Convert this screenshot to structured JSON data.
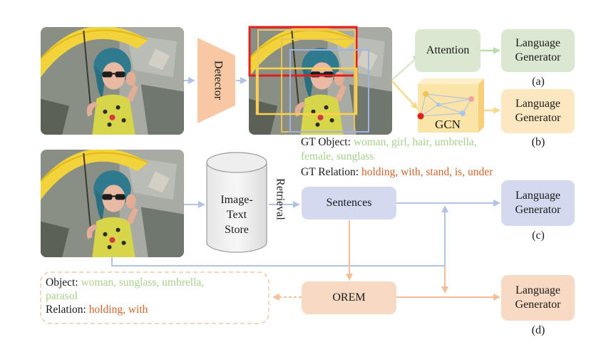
{
  "detector_label": "Detector",
  "attention_label": "Attention",
  "gcn_label": "GCN",
  "language_generator_label": "Language Generator",
  "panel_labels": {
    "a": "(a)",
    "b": "(b)",
    "c": "(c)",
    "d": "(d)"
  },
  "gt": {
    "object_key": "GT Object:",
    "object_values_line1": "woman, girl, hair, umbrella,",
    "object_values_line2": "female, sunglass",
    "relation_key": "GT Relation:",
    "relation_values": "holding, with, stand, is, under"
  },
  "store": {
    "line1": "Image-",
    "line2": "Text",
    "line3": "Store"
  },
  "retrieval_label": "Retrieval",
  "sentences_label": "Sentences",
  "orem_label": "OREM",
  "output": {
    "object_key": "Object:",
    "object_values_line1": "woman, sunglass, umbrella,",
    "object_values_line2": "parasol",
    "relation_key": "Relation:",
    "relation_values": "holding, with"
  },
  "colors": {
    "green": "#dbe8d1",
    "yellow": "#fbe8c1",
    "blue": "#d3daf0",
    "orange": "#f8d9c3",
    "green_text": "#a8cf8e",
    "red_text": "#d0632a",
    "detector": "#f8c7a4"
  },
  "photo_description": "woman with yellow umbrella and sunglasses, blue hair"
}
